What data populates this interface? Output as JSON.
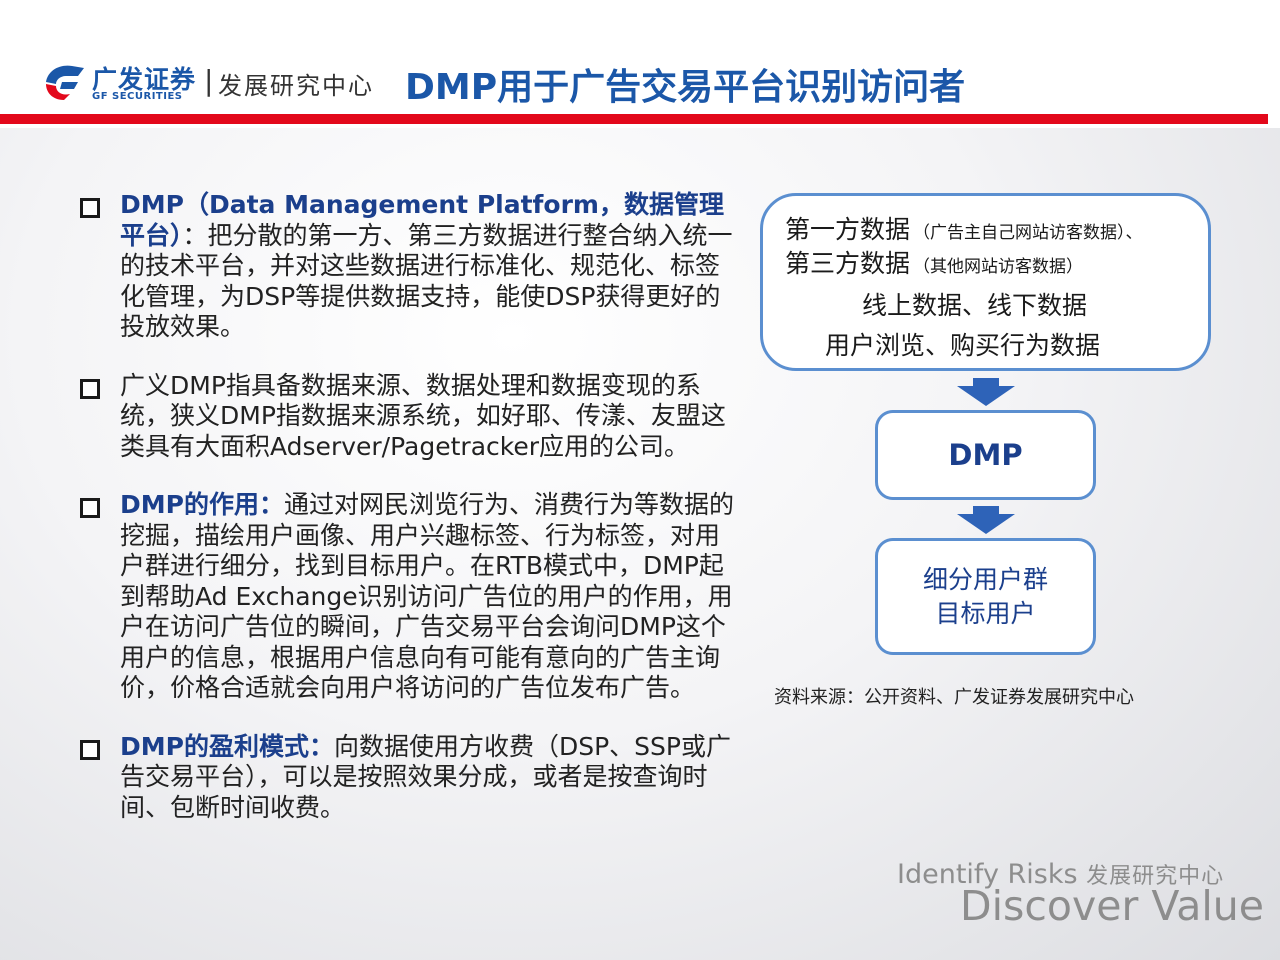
{
  "header": {
    "logo_cn": "广发证券",
    "logo_en": "GF SECURITIES",
    "logo_separator": "|",
    "logo_sub": "发展研究中心",
    "title": "DMP用于广告交易平台识别访问者",
    "colors": {
      "brand_blue": "#1b57a8",
      "accent_red": "#e3081b"
    }
  },
  "bullets": [
    {
      "bold": "DMP（Data Management Platform，数据管理平台）",
      "text": "：把分散的第一方、第三方数据进行整合纳入统一的技术平台，并对这些数据进行标准化、规范化、标签化管理，为DSP等提供数据支持，能使DSP获得更好的投放效果。"
    },
    {
      "bold": "",
      "text": "广义DMP指具备数据来源、数据处理和数据变现的系统，狭义DMP指数据来源系统，如好耶、传漾、友盟这类具有大面积Adserver/Pagetracker应用的公司。"
    },
    {
      "bold": "DMP的作用：",
      "text": "通过对网民浏览行为、消费行为等数据的挖掘，描绘用户画像、用户兴趣标签、行为标签，对用户群进行细分，找到目标用户。在RTB模式中，DMP起到帮助Ad Exchange识别访问广告位的用户的作用，用户在访问广告位的瞬间，广告交易平台会询问DMP这个用户的信息，根据用户信息向有可能有意向的广告主询价，价格合适就会向用户将访问的广告位发布广告。"
    },
    {
      "bold": "DMP的盈利模式：",
      "text": "向数据使用方收费（DSP、SSP或广告交易平台），可以是按照效果分成，或者是按查询时间、包断时间收费。"
    }
  ],
  "diagram": {
    "sources": {
      "first_party": "第一方数据",
      "first_party_note": "（广告主自己网站访客数据）、",
      "third_party": "第三方数据",
      "third_party_note": "（其他网站访客数据）",
      "online_offline": "线上数据、线下数据",
      "behavior": "用户浏览、购买行为数据"
    },
    "dmp": "DMP",
    "segments": [
      "细分用户群",
      "目标用户"
    ],
    "arrow_icon": "down-arrow-icon",
    "colors": {
      "box_border": "#5b8fd0",
      "arrow": "#2e63b8"
    }
  },
  "source_note": "资料来源：公开资料、广发证券发展研究中心",
  "watermark": {
    "line1": "Identify Risks",
    "line1_cn": "发展研究中心",
    "line2": "Discover Value"
  }
}
